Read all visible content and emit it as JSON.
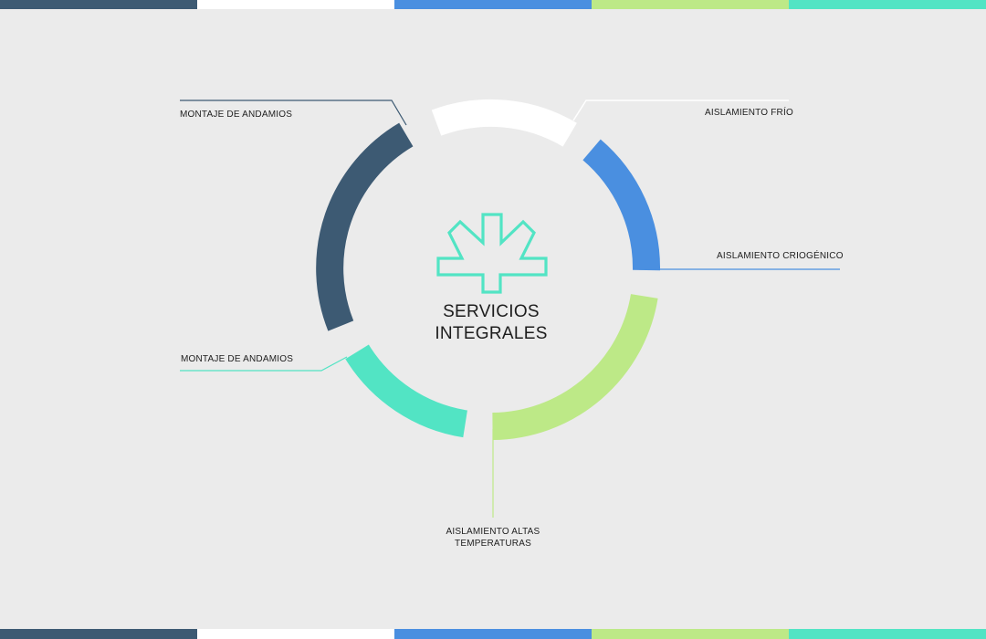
{
  "colors": {
    "background": "#ebebeb",
    "dark_blue": "#3d5a73",
    "white": "#ffffff",
    "blue": "#4a8fe0",
    "light_green": "#bde987",
    "mint": "#52e4c4"
  },
  "stripe_colors": [
    "#3d5a73",
    "#ffffff",
    "#4a8fe0",
    "#bde987",
    "#52e4c4"
  ],
  "center": {
    "title_line1": "SERVICIOS",
    "title_line2": "INTEGRALES",
    "logo_icon": "asterisk-cross-logo"
  },
  "segments": [
    {
      "id": "andamios-top",
      "label": "MONTAJE DE ANDAMIOS",
      "color": "#3d5a73"
    },
    {
      "id": "frio",
      "label": "AISLAMIENTO FRÍO",
      "color": "#ffffff"
    },
    {
      "id": "criogenico",
      "label": "AISLAMIENTO CRIOGÉNICO",
      "color": "#4a8fe0"
    },
    {
      "id": "altas",
      "label_line1": "AISLAMIENTO ALTAS",
      "label_line2": "TEMPERATURAS",
      "color": "#bde987"
    },
    {
      "id": "andamios-bottom",
      "label": "MONTAJE DE ANDAMIOS",
      "color": "#52e4c4"
    }
  ]
}
